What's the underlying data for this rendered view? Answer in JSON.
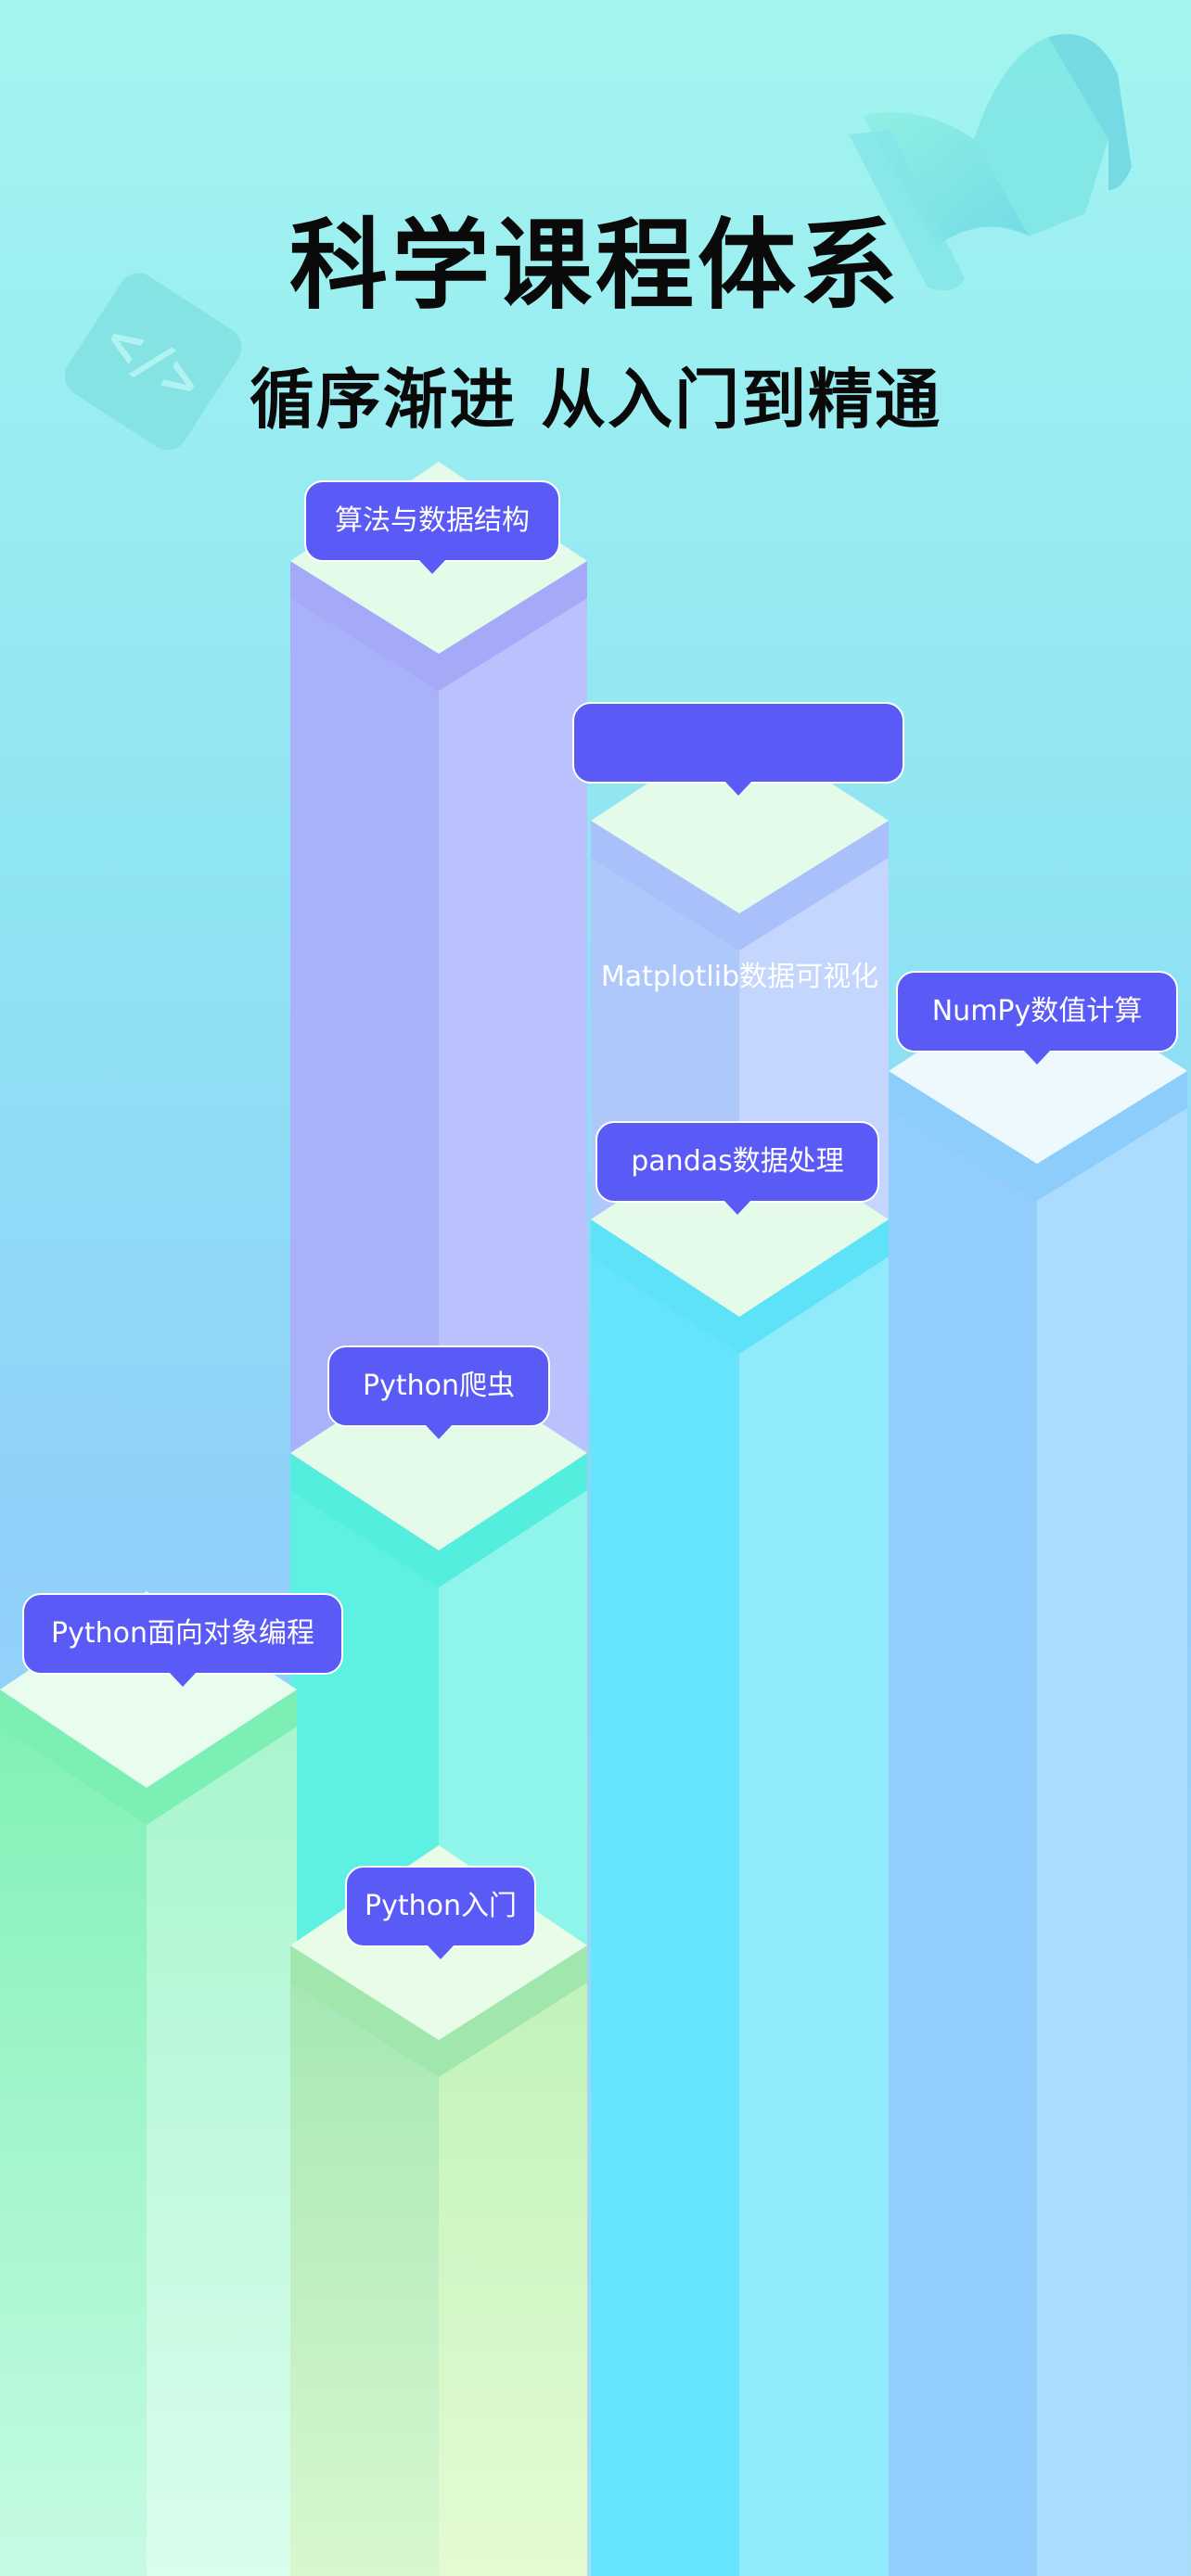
{
  "header": {
    "title": "科学课程体系",
    "subtitle": "循序渐进 从入门到精通"
  },
  "courses": [
    {
      "label": "算法与数据结构"
    },
    {
      "label": ""
    },
    {
      "label": "Matplotlib数据可视化"
    },
    {
      "label": "NumPy数值计算"
    },
    {
      "label": "pandas数据处理"
    },
    {
      "label": "Python爬虫"
    },
    {
      "label": "Python面向对象编程"
    },
    {
      "label": "Python入门"
    }
  ],
  "decorations": {
    "book_icon": "open-book-icon",
    "code_icon": "code-brackets-icon"
  },
  "colors": {
    "tag_bg": "#5a5af6",
    "tag_border": "#ffffff",
    "title": "#0a0a0a"
  }
}
